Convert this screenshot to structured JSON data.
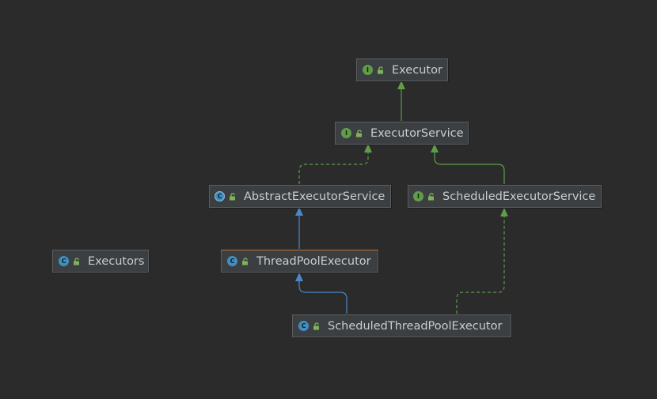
{
  "nodes": {
    "executor": {
      "label": "Executor",
      "badge": "I"
    },
    "executor_service": {
      "label": "ExecutorService",
      "badge": "I"
    },
    "abstract_executor_service": {
      "label": "AbstractExecutorService",
      "badge": "C"
    },
    "scheduled_executor_service": {
      "label": "ScheduledExecutorService",
      "badge": "I"
    },
    "executors": {
      "label": "Executors",
      "badge": "C"
    },
    "thread_pool_executor": {
      "label": "ThreadPoolExecutor",
      "badge": "C"
    },
    "scheduled_thread_pool_executor": {
      "label": "ScheduledThreadPoolExecutor",
      "badge": "C"
    }
  },
  "colors": {
    "background": "#2b2b2b",
    "node_fill": "#3c3f41",
    "interface_edge": "#5f9d48",
    "class_edge": "#4a88c7",
    "selected_border": "#c26f2d"
  }
}
